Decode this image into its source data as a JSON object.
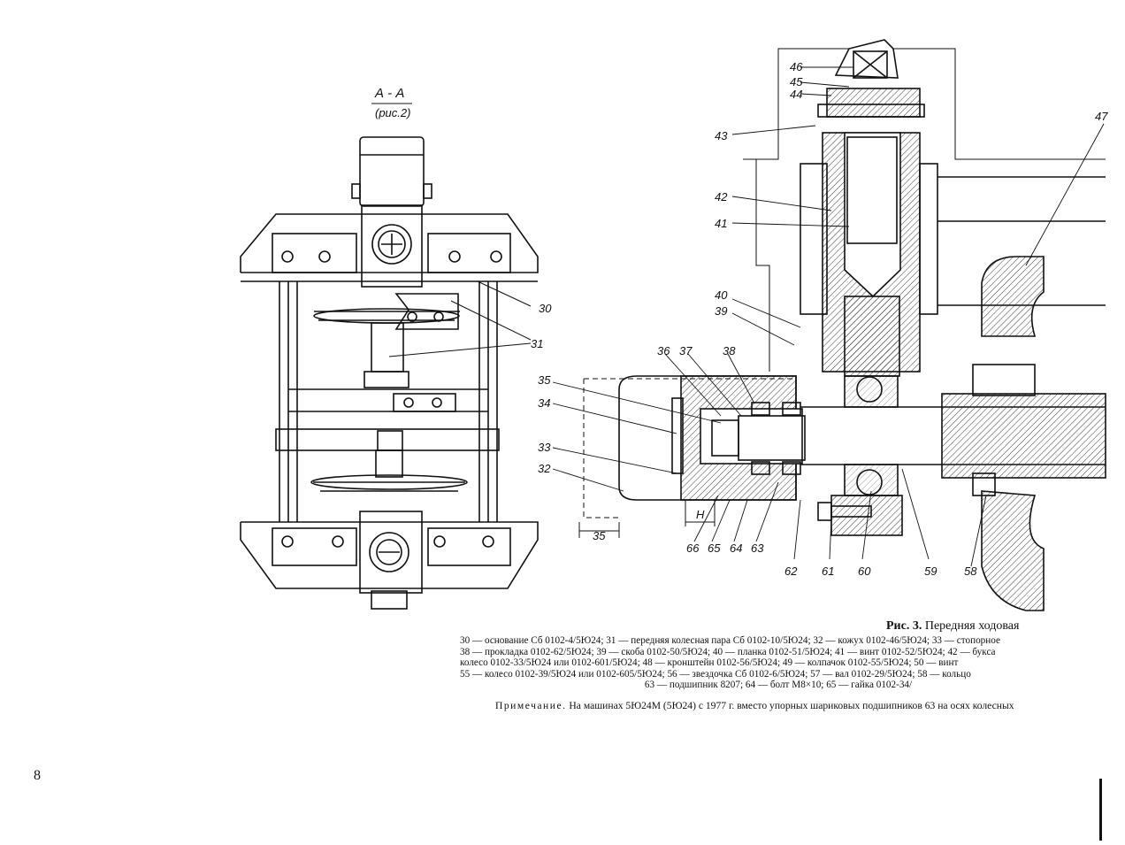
{
  "section": {
    "title": "А - А",
    "ref": "(рис.2)"
  },
  "callouts": [
    "46",
    "45",
    "44",
    "43",
    "42",
    "41",
    "40",
    "39",
    "38",
    "37",
    "36",
    "35",
    "34",
    "33",
    "32",
    "31",
    "30",
    "47",
    "66",
    "65",
    "64",
    "63",
    "62",
    "61",
    "60",
    "59",
    "58",
    "35",
    "Н"
  ],
  "caption": {
    "fig": "Рис. 3.",
    "title": "Передняя ходовая"
  },
  "legend": [
    "30 — основание Сб 0102-4/5Ю24; 31 — передняя колесная пара Сб 0102-10/5Ю24; 32 — кожух 0102-46/5Ю24; 33 — стопорное",
    "38 — прокладка 0102-62/5Ю24; 39 — скоба 0102-50/5Ю24; 40 — планка 0102-51/5Ю24; 41 — винт 0102-52/5Ю24; 42 — букса",
    "колесо 0102-33/5Ю24 или 0102-601/5Ю24; 48 — кронштейн 0102-56/5Ю24; 49 — колпачок 0102-55/5Ю24; 50 — винт",
    "55 — колесо 0102-39/5Ю24 или 0102-605/5Ю24; 56 — звездочка Сб 0102-6/5Ю24; 57 — вал 0102-29/5Ю24; 58 — кольцо",
    "63 — подшипник 8207; 64 — болт М8×10; 65 — гайка 0102-34/"
  ],
  "note": {
    "label": "Примечание.",
    "text": "На машинах 5Ю24М (5Ю24) с 1977 г. вместо упорных шариковых подшипников 63 на осях колесных"
  },
  "page_number": "8"
}
